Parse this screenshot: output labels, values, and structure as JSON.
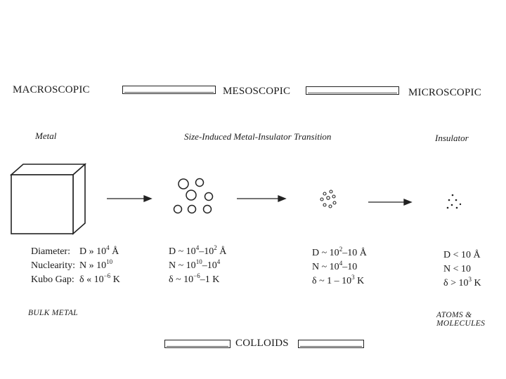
{
  "scale": {
    "left": "MACROSCOPIC",
    "middle": "MESOSCOPIC",
    "right": "MICROSCOPIC"
  },
  "columns": {
    "metal": "Metal",
    "transition": "Size-Induced Metal-Insulator Transition",
    "insulator": "Insulator"
  },
  "labels": {
    "diameter": "Diameter:",
    "nuclearity": "Nuclearity:",
    "kubo": "Kubo Gap:"
  },
  "bulk": {
    "d_a": "D » 10",
    "d_e": "4",
    "d_b": " Å",
    "n_a": "N » 10",
    "n_e": "10",
    "g_a": "δ « 10",
    "g_e": "−6",
    "g_b": " K"
  },
  "meso1": {
    "d_a": "D ~ 10",
    "d_e1": "4",
    "d_m": "–10",
    "d_e2": "2",
    "d_b": " Å",
    "n_a": "N ~ 10",
    "n_e1": "10",
    "n_m": "–10",
    "n_e2": "4",
    "g_a": "δ ~ 10",
    "g_e": "−6",
    "g_b": "–1 K"
  },
  "meso2": {
    "d_a": "D ~ 10",
    "d_e": "2",
    "d_b": "–10 Å",
    "n_a": "N ~ 10",
    "n_e": "4",
    "n_b": "–10",
    "g_a": "δ ~ 1 – 10",
    "g_e": "3",
    "g_b": " K"
  },
  "micro": {
    "d": "D < 10 Å",
    "n": "N < 10",
    "g_a": "δ > 10",
    "g_e": "3",
    "g_b": " K"
  },
  "footer": {
    "bulk_metal": "BULK METAL",
    "atoms_line1": "ATOMS &",
    "atoms_line2": "MOLECULES",
    "colloids": "COLLOIDS"
  }
}
